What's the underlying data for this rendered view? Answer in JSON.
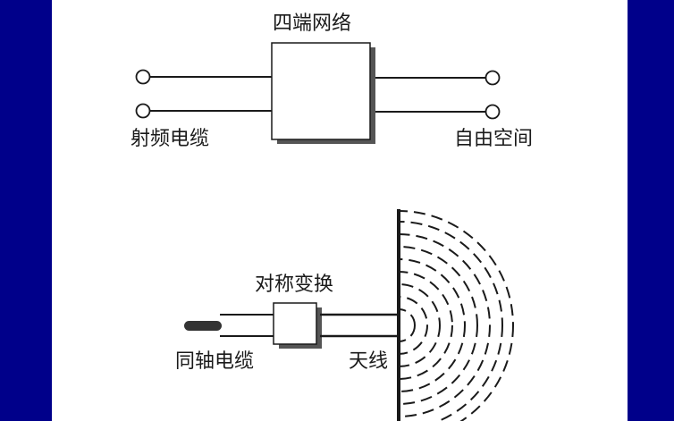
{
  "theme": {
    "frame_color": "#00008a",
    "panel_color": "#ffffff",
    "ink": "#1a1a1a"
  },
  "top_diagram": {
    "network_label": "四端网络",
    "left_label": "射频电缆",
    "right_label": "自由空间"
  },
  "bottom_diagram": {
    "balun_label": "对称变换",
    "cable_label": "同轴电缆",
    "antenna_label": "天线"
  }
}
